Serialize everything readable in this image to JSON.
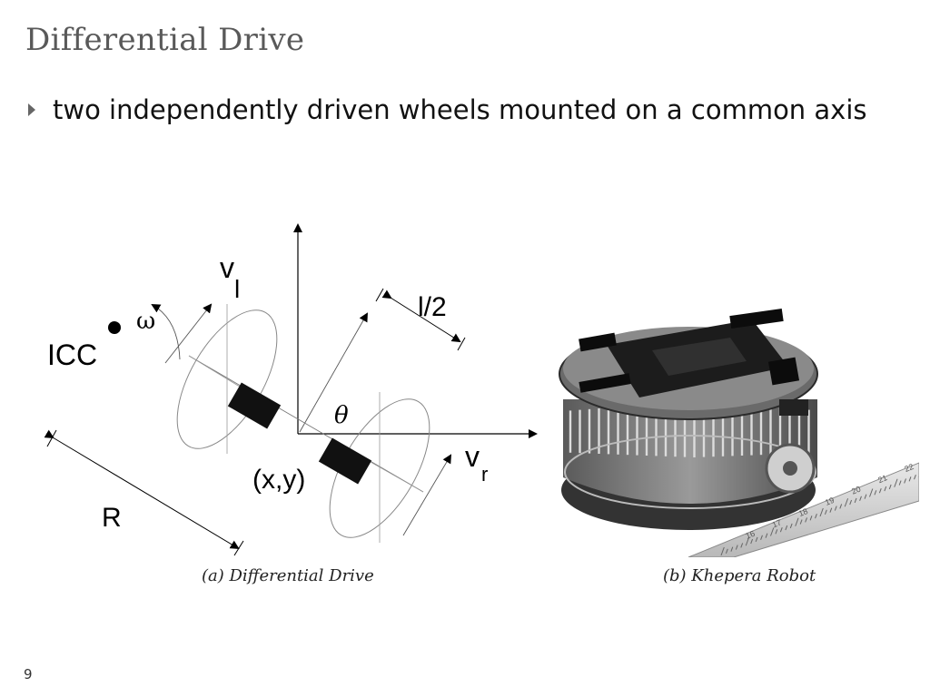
{
  "slide": {
    "title": "Differential Drive",
    "bullet": "two independently driven wheels mounted on a common axis",
    "page_number": "9"
  },
  "figure_a": {
    "caption": "(a) Differential Drive",
    "labels": {
      "vl_base": "v",
      "vl_sub": "l",
      "vr_base": "v",
      "vr_sub": "r",
      "icc": "ICC",
      "omega": "ω",
      "half_l": "l/2",
      "theta": "θ",
      "xy": "(x,y)",
      "r": "R"
    }
  },
  "figure_b": {
    "caption": "(b) Khepera Robot",
    "ruler_marks": [
      "16",
      "17",
      "18",
      "19",
      "20",
      "21",
      "22"
    ]
  }
}
